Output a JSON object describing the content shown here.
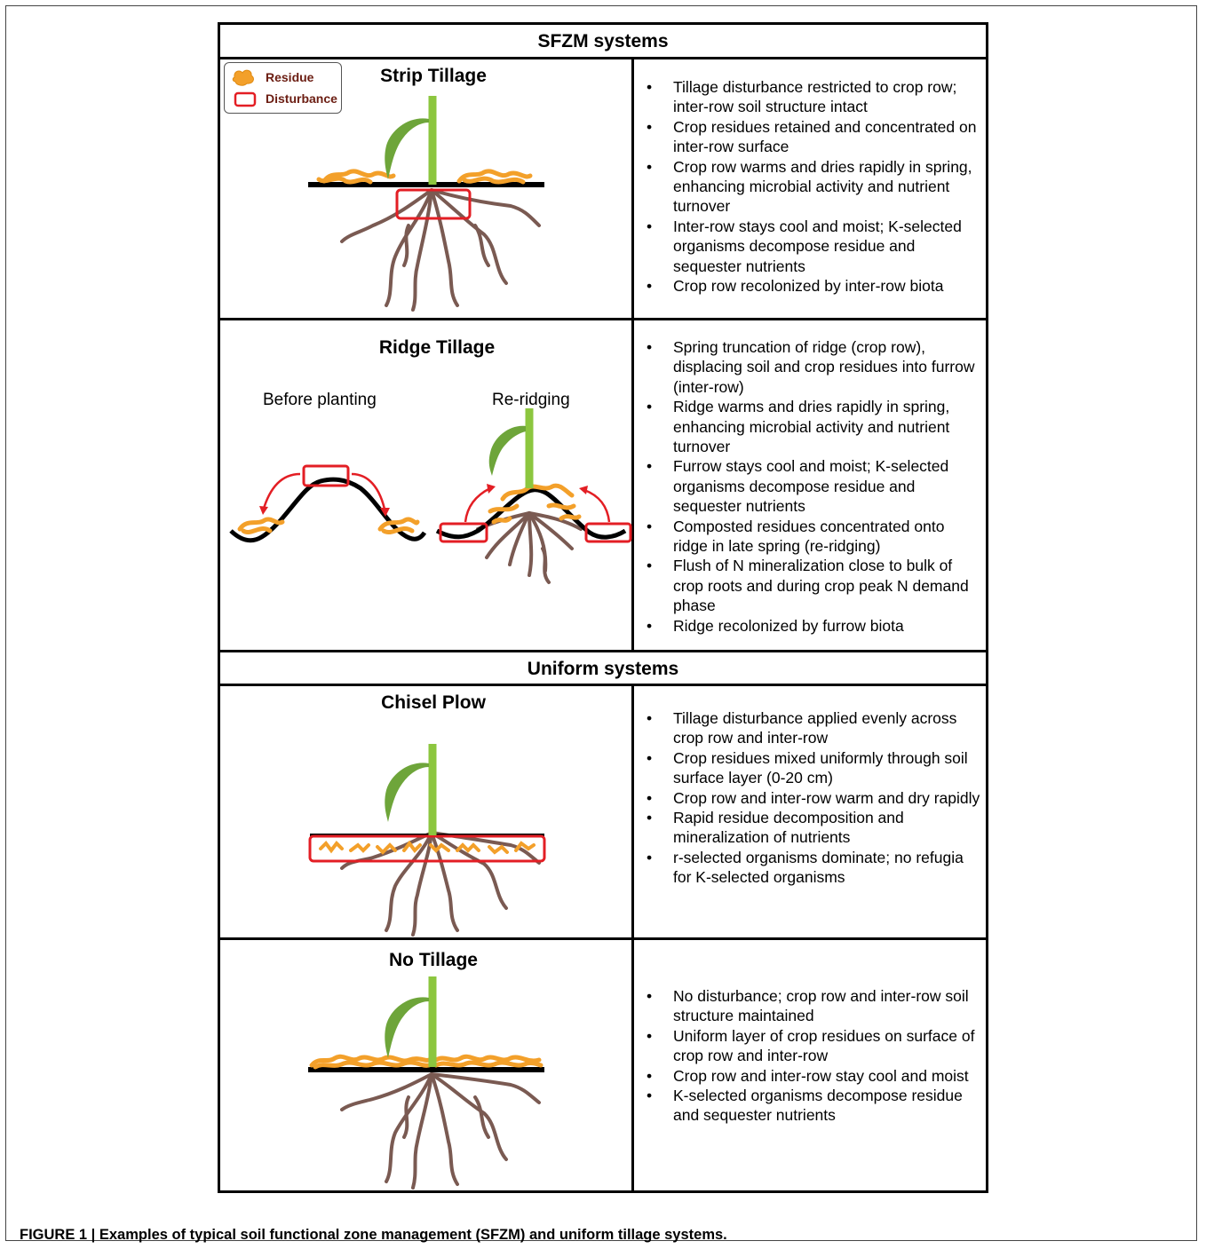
{
  "colors": {
    "stem": "#8cc63f",
    "leaf": "#6ea53a",
    "root": "#7a5a52",
    "residue": "#f3a02a",
    "disturbance": "#e31e24",
    "soil_line": "#000000"
  },
  "header_sfzm": "SFZM systems",
  "header_uniform": "Uniform systems",
  "legend": {
    "residue_label": "Residue",
    "disturbance_label": "Disturbance",
    "icons": [
      "residue-swatch",
      "disturbance-box"
    ]
  },
  "rows": [
    {
      "title": "Strip Tillage",
      "bullets": [
        "Tillage disturbance restricted to crop row; inter-row soil structure intact",
        "Crop residues retained and concentrated on inter-row surface",
        "Crop row warms and dries rapidly in spring, enhancing microbial activity and nutrient turnover",
        "Inter-row stays cool and moist; K-selected organisms decompose residue and sequester nutrients",
        "Crop row recolonized by inter-row biota"
      ]
    },
    {
      "title": "Ridge Tillage",
      "sub_before": "Before planting",
      "sub_reridging": "Re-ridging",
      "bullets": [
        "Spring truncation of ridge (crop row), displacing soil and crop residues into furrow (inter-row)",
        "Ridge warms and dries rapidly in spring, enhancing microbial activity and nutrient turnover",
        "Furrow stays cool and moist; K-selected organisms decompose residue and sequester nutrients",
        "Composted residues concentrated onto ridge in late spring (re-ridging)",
        "Flush of N mineralization close to bulk of crop roots and during crop peak N demand phase",
        "Ridge recolonized by furrow biota"
      ]
    },
    {
      "title": "Chisel Plow",
      "bullets": [
        "Tillage disturbance applied evenly across crop row and inter-row",
        "Crop residues mixed uniformly through soil surface layer (0-20 cm)",
        "Crop row and inter-row warm and dry rapidly",
        "Rapid residue decomposition and mineralization of nutrients",
        "r-selected organisms dominate; no refugia for K-selected organisms"
      ]
    },
    {
      "title": "No Tillage",
      "bullets": [
        "No disturbance; crop row and inter-row soil structure maintained",
        "Uniform layer of crop residues on surface of crop row and inter-row",
        "Crop row and inter-row stay cool and moist",
        "K-selected organisms decompose residue and sequester nutrients"
      ]
    }
  ],
  "caption": "FIGURE 1 | Examples of typical soil functional zone management (SFZM) and uniform tillage systems."
}
